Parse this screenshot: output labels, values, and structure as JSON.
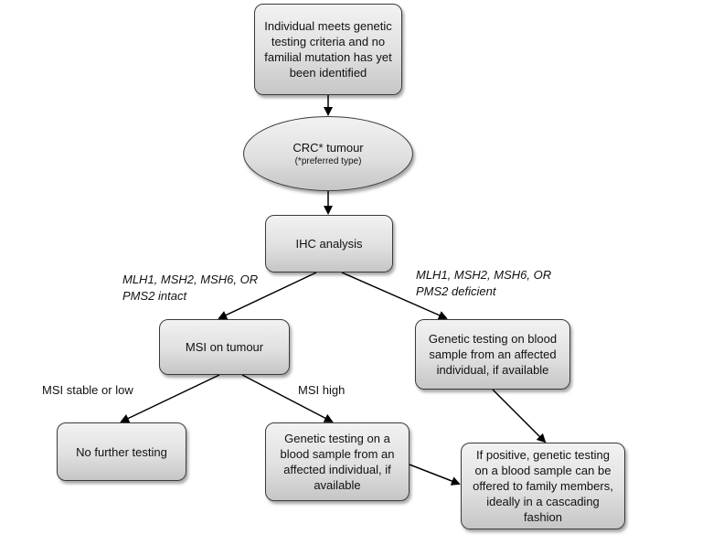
{
  "nodes": {
    "start": "Individual meets genetic testing criteria and no familial mutation has yet been identified",
    "crc_main": "CRC* tumour",
    "crc_note": "(*preferred type)",
    "ihc": "IHC analysis",
    "msi": "MSI on tumour",
    "genetic_deficient": "Genetic testing on blood sample from an affected individual, if available",
    "no_further": "No further testing",
    "genetic_msi_high": "Genetic testing on a blood sample from an affected individual, if available",
    "positive": "If positive, genetic testing on a blood sample can be offered to family members, ideally in a cascading fashion"
  },
  "edge_labels": {
    "intact": "MLH1, MSH2, MSH6, OR PMS2 intact",
    "deficient": "MLH1, MSH2, MSH6, OR PMS2 deficient",
    "msi_stable": "MSI stable or low",
    "msi_high": "MSI high"
  }
}
